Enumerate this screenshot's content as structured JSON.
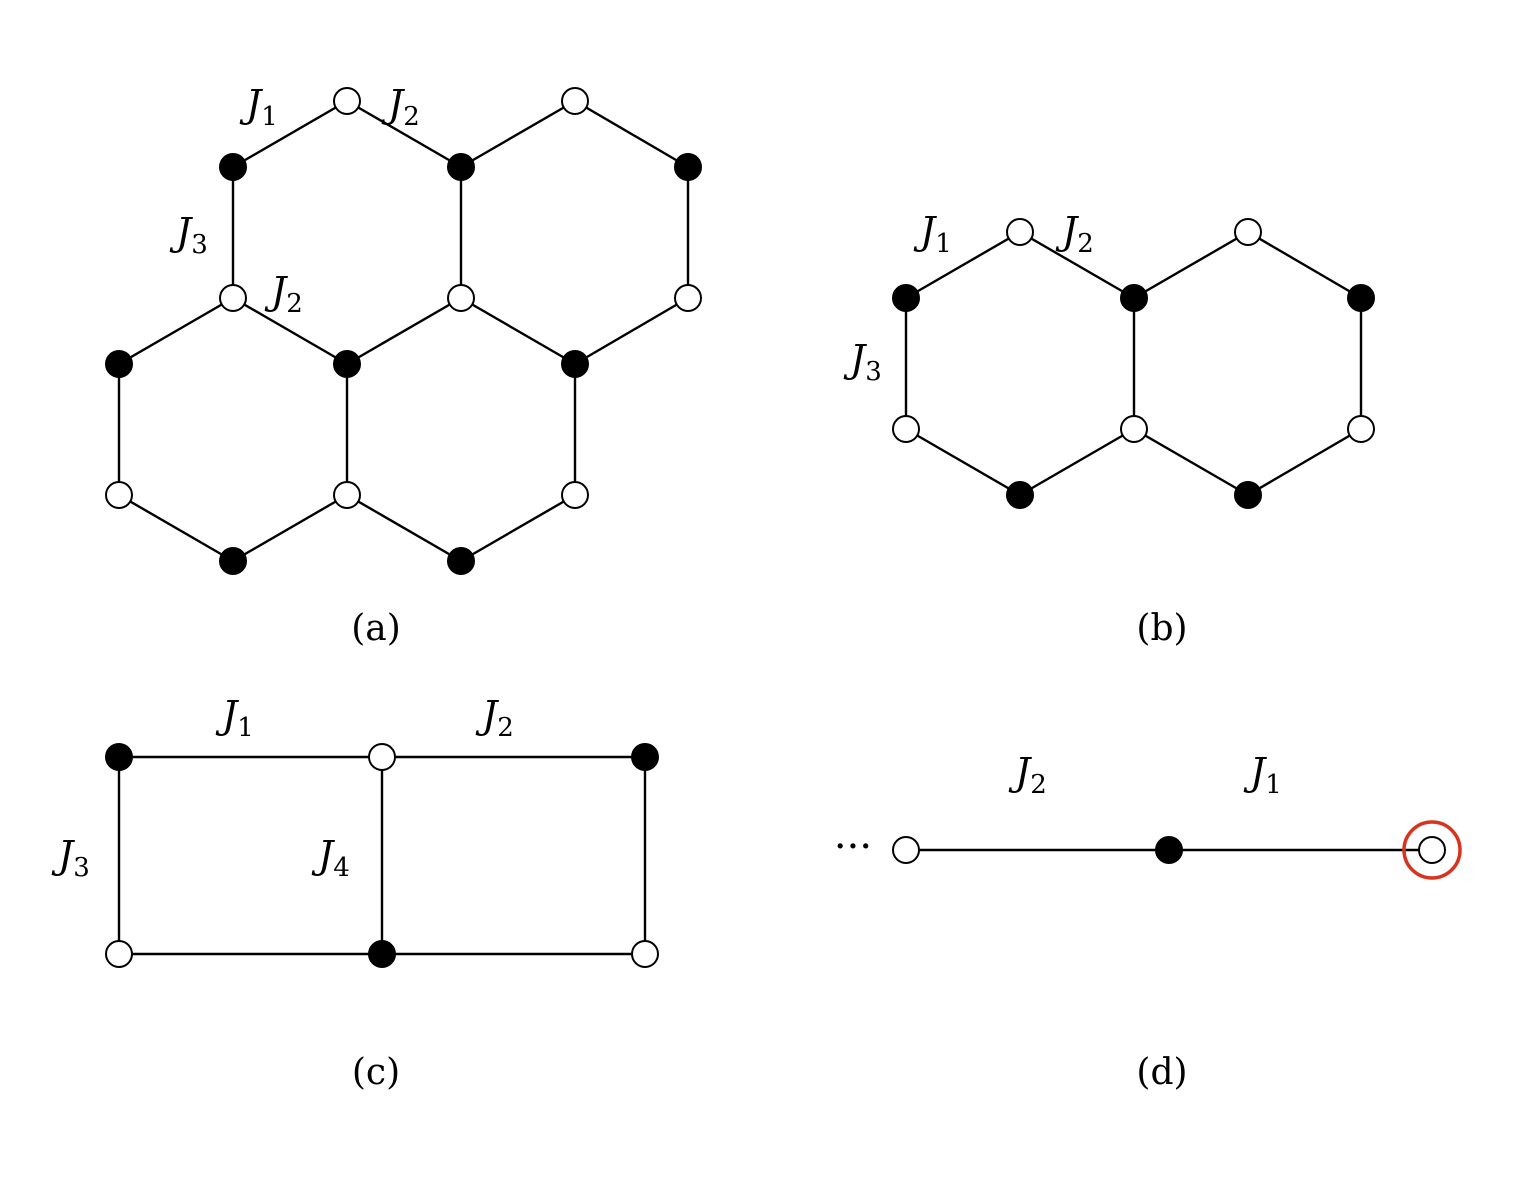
{
  "panels": {
    "a": {
      "caption": "(a)",
      "labels": [
        {
          "base": "J",
          "sub": "1"
        },
        {
          "base": "J",
          "sub": "2"
        },
        {
          "base": "J",
          "sub": "3"
        },
        {
          "base": "J",
          "sub": "2"
        }
      ],
      "node_colors": [
        "open",
        "filled",
        "open",
        "filled",
        "open",
        "filled",
        "filled",
        "open",
        "filled",
        "filled",
        "open",
        "open",
        "filled",
        "open",
        "filled",
        "open"
      ]
    },
    "b": {
      "caption": "(b)",
      "labels": [
        {
          "base": "J",
          "sub": "1"
        },
        {
          "base": "J",
          "sub": "2"
        },
        {
          "base": "J",
          "sub": "3"
        }
      ],
      "node_colors": [
        "open",
        "filled",
        "open",
        "filled",
        "open",
        "filled",
        "open",
        "filled",
        "open",
        "filled"
      ]
    },
    "c": {
      "caption": "(c)",
      "labels": [
        {
          "base": "J",
          "sub": "1"
        },
        {
          "base": "J",
          "sub": "2"
        },
        {
          "base": "J",
          "sub": "3"
        },
        {
          "base": "J",
          "sub": "4"
        }
      ],
      "node_colors": [
        "filled",
        "open",
        "filled",
        "open",
        "filled",
        "open"
      ]
    },
    "d": {
      "caption": "(d)",
      "ellipsis": "···",
      "labels": [
        {
          "base": "J",
          "sub": "2"
        },
        {
          "base": "J",
          "sub": "1"
        }
      ],
      "node_colors": [
        "open",
        "filled",
        "open"
      ],
      "highlight_color": "#d9321e"
    }
  }
}
